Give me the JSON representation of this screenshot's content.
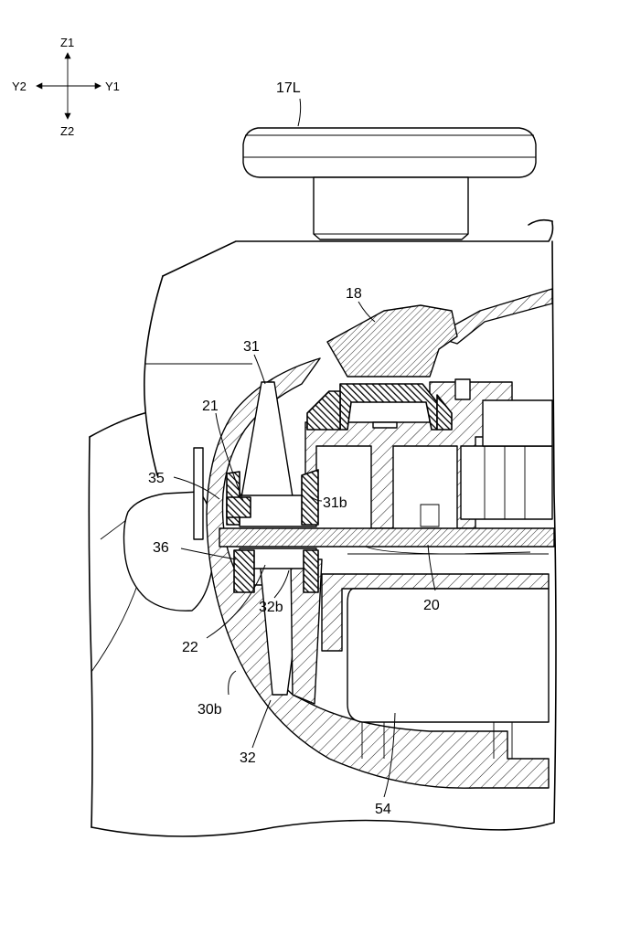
{
  "axes": {
    "up": "Z1",
    "down": "Z2",
    "left": "Y2",
    "right": "Y1"
  },
  "labels": {
    "knob": "17L",
    "tilt_member": "18",
    "base": "20",
    "lever_21": "21",
    "lever_22": "22",
    "arm_31": "31",
    "arm_32": "32",
    "slot_31b": "31b",
    "slot_32b": "32b",
    "surface_30b": "30b",
    "seal_35": "35",
    "seal_36": "36",
    "part_54": "54"
  },
  "colors": {
    "line": "#000000",
    "background": "#ffffff"
  }
}
